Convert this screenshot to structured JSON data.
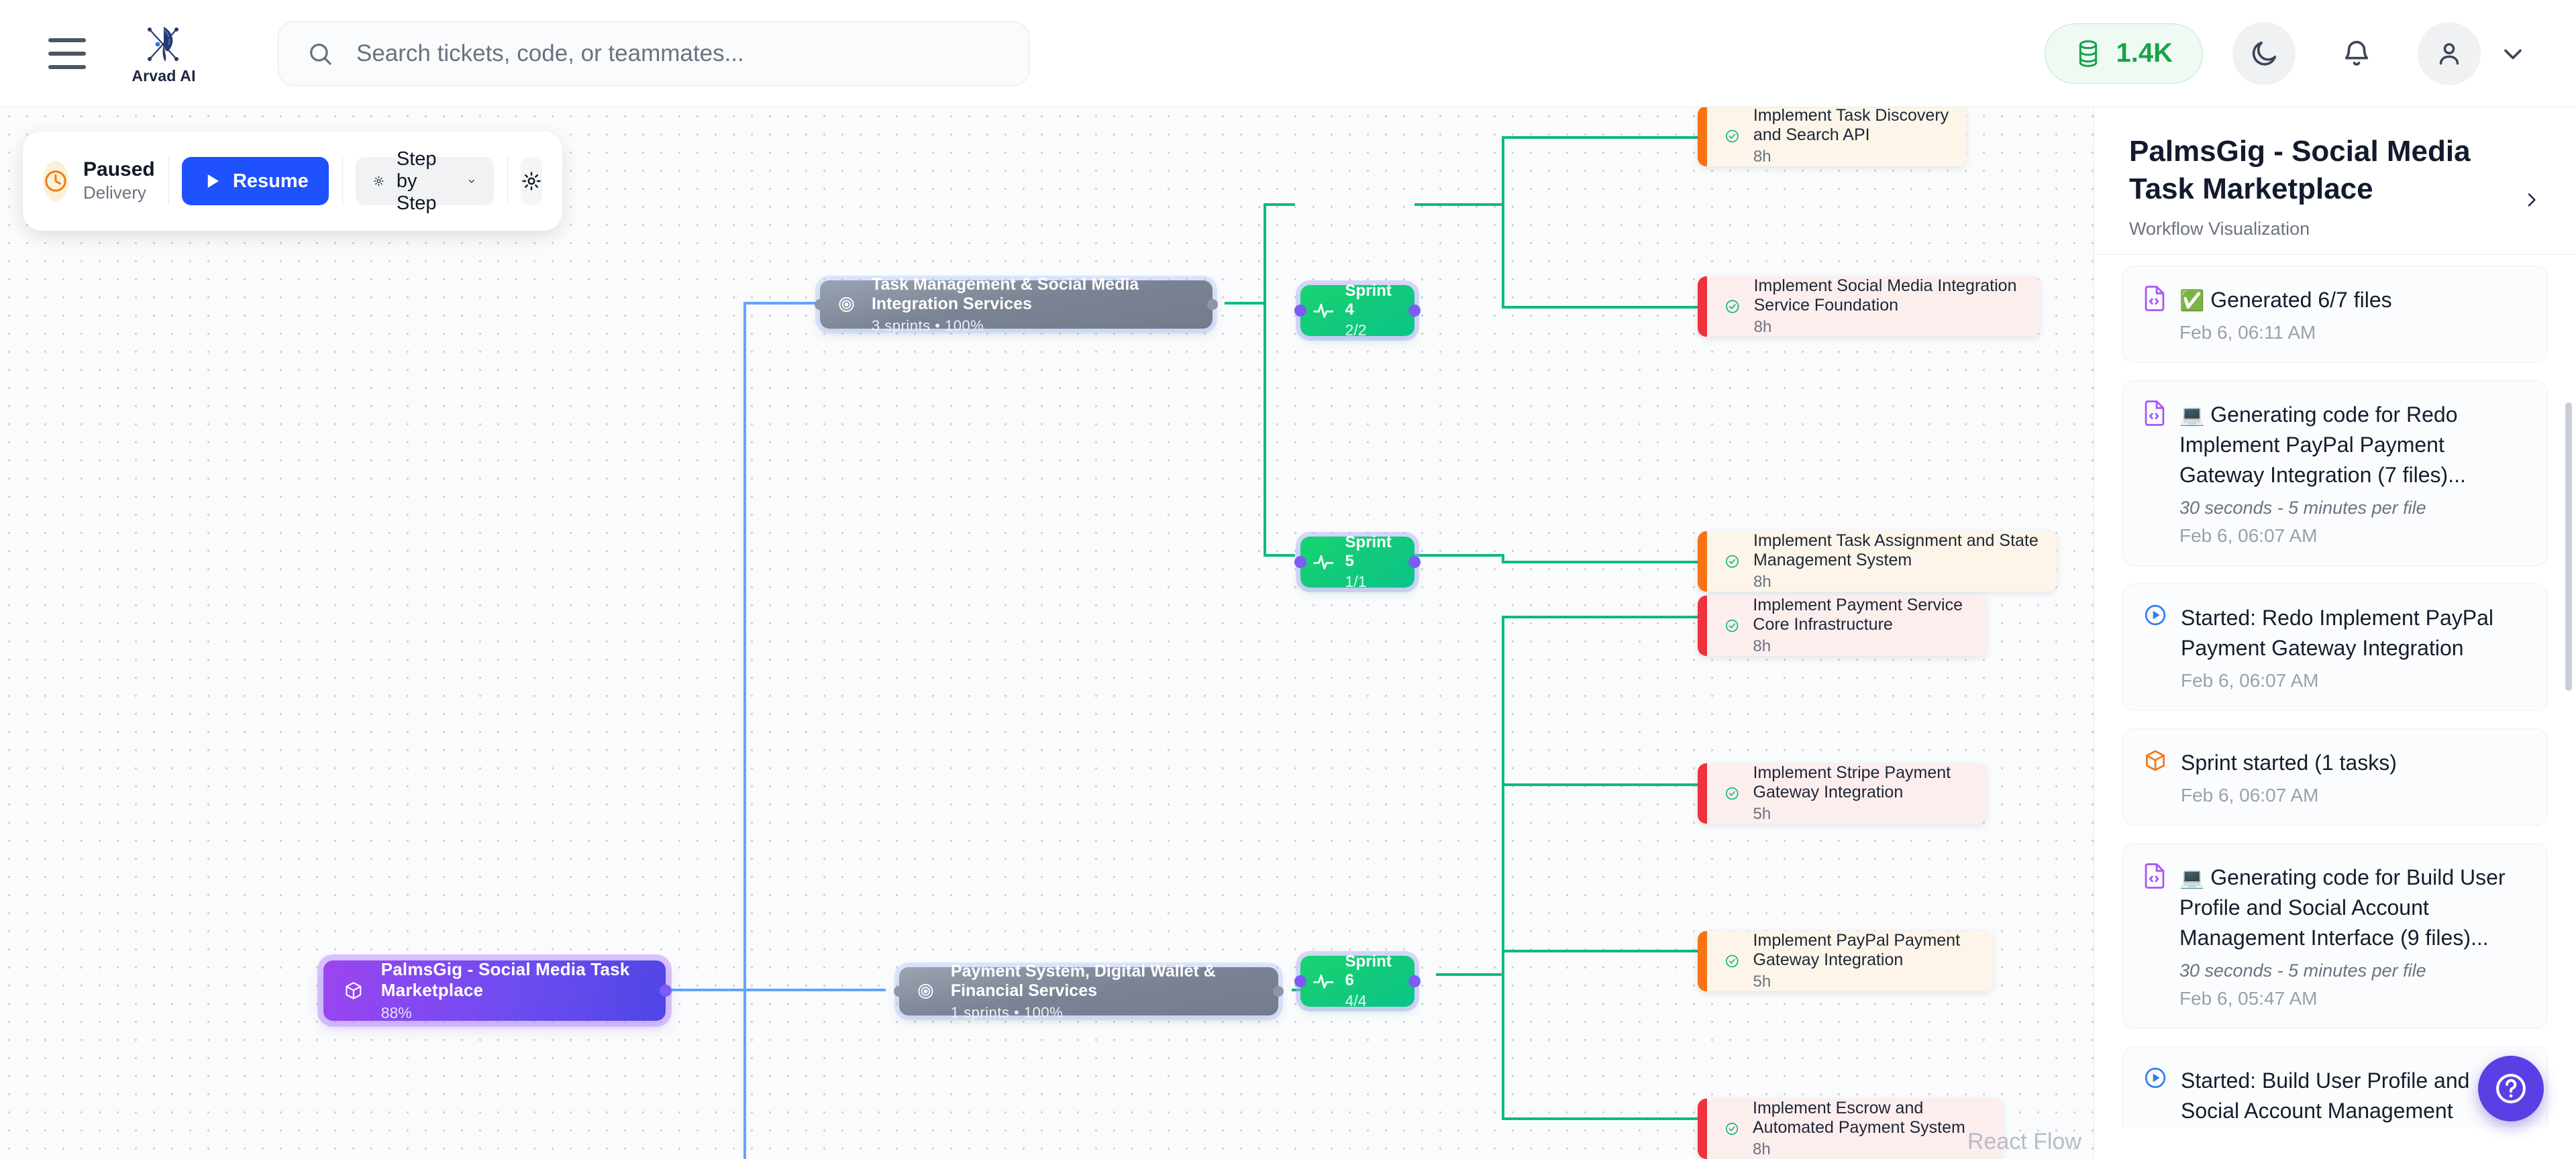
{
  "topbar": {
    "menu_icon": "hamburger-icon",
    "brand_name": "Arvad AI",
    "brand_logo_icon": "arvad-butterfly-logo",
    "search": {
      "placeholder": "Search tickets, code, or teammates...",
      "value": "",
      "icon": "search-icon"
    },
    "credits": {
      "value": "1.4K",
      "icon": "database-coins-icon",
      "color": "#16a34a"
    },
    "theme_toggle_icon": "moon-icon",
    "notifications_icon": "bell-icon",
    "avatar_icon": "user-avatar-icon",
    "account_chevron_icon": "chevron-down-icon"
  },
  "control_panel": {
    "status_icon": "clock-icon",
    "status_title": "Paused",
    "status_subtitle": "Delivery",
    "resume_label": "Resume",
    "resume_icon": "play-icon",
    "mode_label": "Step by Step",
    "mode_icon": "gear-icon",
    "mode_chevron_icon": "chevron-down-icon",
    "settings_icon": "gear-icon"
  },
  "canvas": {
    "watermark": "React Flow"
  },
  "flow": {
    "root": {
      "title": "PalmsGig - Social Media Task Marketplace",
      "subtitle": "88%",
      "icon": "package-icon"
    },
    "epics": [
      {
        "title": "Task Management & Social Media Integration Services",
        "subtitle": "3 sprints  •  100%",
        "icon": "target-icon"
      },
      {
        "title": "Payment System, Digital Wallet & Financial Services",
        "subtitle": "1 sprints  •  100%",
        "icon": "target-icon"
      }
    ],
    "sprints": [
      {
        "title": "Sprint 4",
        "subtitle": "2/2",
        "icon": "activity-pulse-icon"
      },
      {
        "title": "Sprint 5",
        "subtitle": "1/1",
        "icon": "activity-pulse-icon"
      },
      {
        "title": "Sprint 6",
        "subtitle": "4/4",
        "icon": "activity-pulse-icon"
      }
    ],
    "tasks": [
      {
        "title": "Implement Task Discovery and Search API",
        "hours": "8h",
        "accent": "orange",
        "icon": "check-circle-icon"
      },
      {
        "title": "Implement Social Media Integration Service Foundation",
        "hours": "8h",
        "accent": "red",
        "icon": "check-circle-icon"
      },
      {
        "title": "Implement Task Assignment and State Management System",
        "hours": "8h",
        "accent": "orange",
        "icon": "check-circle-icon"
      },
      {
        "title": "Implement Payment Service Core Infrastructure",
        "hours": "8h",
        "accent": "red",
        "icon": "check-circle-icon"
      },
      {
        "title": "Implement Stripe Payment Gateway Integration",
        "hours": "5h",
        "accent": "red",
        "icon": "check-circle-icon"
      },
      {
        "title": "Implement PayPal Payment Gateway Integration",
        "hours": "5h",
        "accent": "orange",
        "icon": "check-circle-icon"
      },
      {
        "title": "Implement Escrow and Automated Payment System",
        "hours": "8h",
        "accent": "red",
        "icon": "check-circle-icon"
      }
    ]
  },
  "right_panel": {
    "title": "PalmsGig - Social Media Task Marketplace",
    "subtitle": "Workflow Visualization",
    "expand_icon": "chevron-right-icon",
    "help_icon": "question-mark-icon",
    "feed": [
      {
        "icon": "file-code-icon",
        "emoji": "✅",
        "text": "Generated 6/7 files",
        "duration": "",
        "timestamp": "Feb 6, 06:11 AM"
      },
      {
        "icon": "file-code-icon",
        "emoji": "💻",
        "text": "Generating code for Redo Implement PayPal Payment Gateway Integration (7 files)...",
        "duration": "30 seconds - 5 minutes per file",
        "timestamp": "Feb 6, 06:07 AM"
      },
      {
        "icon": "play-circle-icon",
        "emoji": "",
        "text": "Started: Redo Implement PayPal Payment Gateway Integration",
        "duration": "",
        "timestamp": "Feb 6, 06:07 AM"
      },
      {
        "icon": "package-icon",
        "emoji": "",
        "text": "Sprint started (1 tasks)",
        "duration": "",
        "timestamp": "Feb 6, 06:07 AM"
      },
      {
        "icon": "file-code-icon",
        "emoji": "💻",
        "text": "Generating code for Build User Profile and Social Account Management Interface (9 files)...",
        "duration": "30 seconds - 5 minutes per file",
        "timestamp": "Feb 6, 05:47 AM"
      },
      {
        "icon": "play-circle-icon",
        "emoji": "",
        "text": "Started: Build User Profile and Social Account Management",
        "duration": "",
        "timestamp": ""
      }
    ]
  }
}
